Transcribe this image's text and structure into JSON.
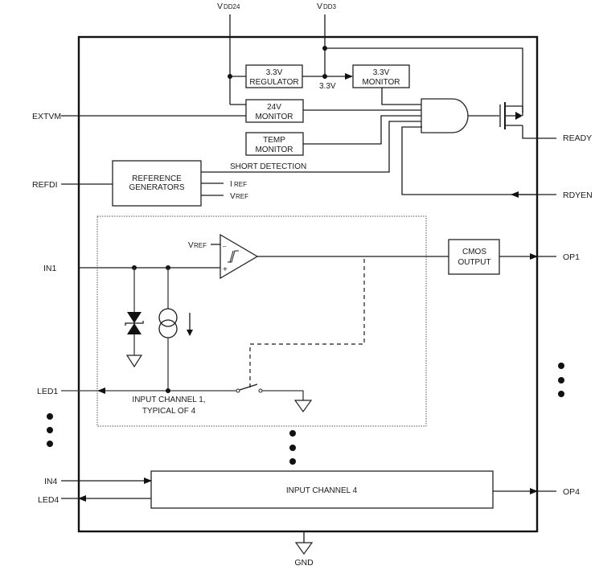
{
  "diagram": {
    "type": "functional-block-diagram",
    "supply_pins": {
      "vdd24": {
        "main": "V",
        "sub": "DD24"
      },
      "vdd3": {
        "main": "V",
        "sub": "DD3"
      },
      "gnd": "GND"
    },
    "left_pins": {
      "extvm": "EXTVM",
      "refdi": "REFDI",
      "in1": "IN1",
      "led1": "LED1",
      "in4": "IN4",
      "led4": "LED4"
    },
    "right_pins": {
      "ready": "READY",
      "rdyen": "RDYEN",
      "op1": "OP1",
      "op4": "OP4"
    },
    "blocks": {
      "regulator": [
        "3.3V",
        "REGULATOR"
      ],
      "monitor_33": [
        "3.3V",
        "MONITOR"
      ],
      "monitor_24": [
        "24V",
        "MONITOR"
      ],
      "temp_monitor": [
        "TEMP",
        "MONITOR"
      ],
      "reference_generators": [
        "REFERENCE",
        "GENERATORS"
      ],
      "cmos_output": [
        "CMOS",
        "OUTPUT"
      ],
      "input_channel_4": "INPUT CHANNEL 4"
    },
    "labels": {
      "rail_33": "3.3V",
      "short_detection": "SHORT DETECTION",
      "iref": {
        "main": "I",
        "sub": "REF"
      },
      "vref_out": {
        "main": "V",
        "sub": "REF"
      },
      "vref_comp": {
        "main": "V",
        "sub": "REF"
      },
      "comp_minus": "–",
      "comp_plus": "+",
      "channel_caption": [
        "INPUT CHANNEL 1,",
        "TYPICAL OF 4"
      ]
    },
    "symbols": [
      "and-gate",
      "pmos-transistor",
      "comparator-with-hysteresis",
      "tvs-diode",
      "current-source",
      "switch",
      "ground",
      "ellipsis-dots"
    ]
  }
}
